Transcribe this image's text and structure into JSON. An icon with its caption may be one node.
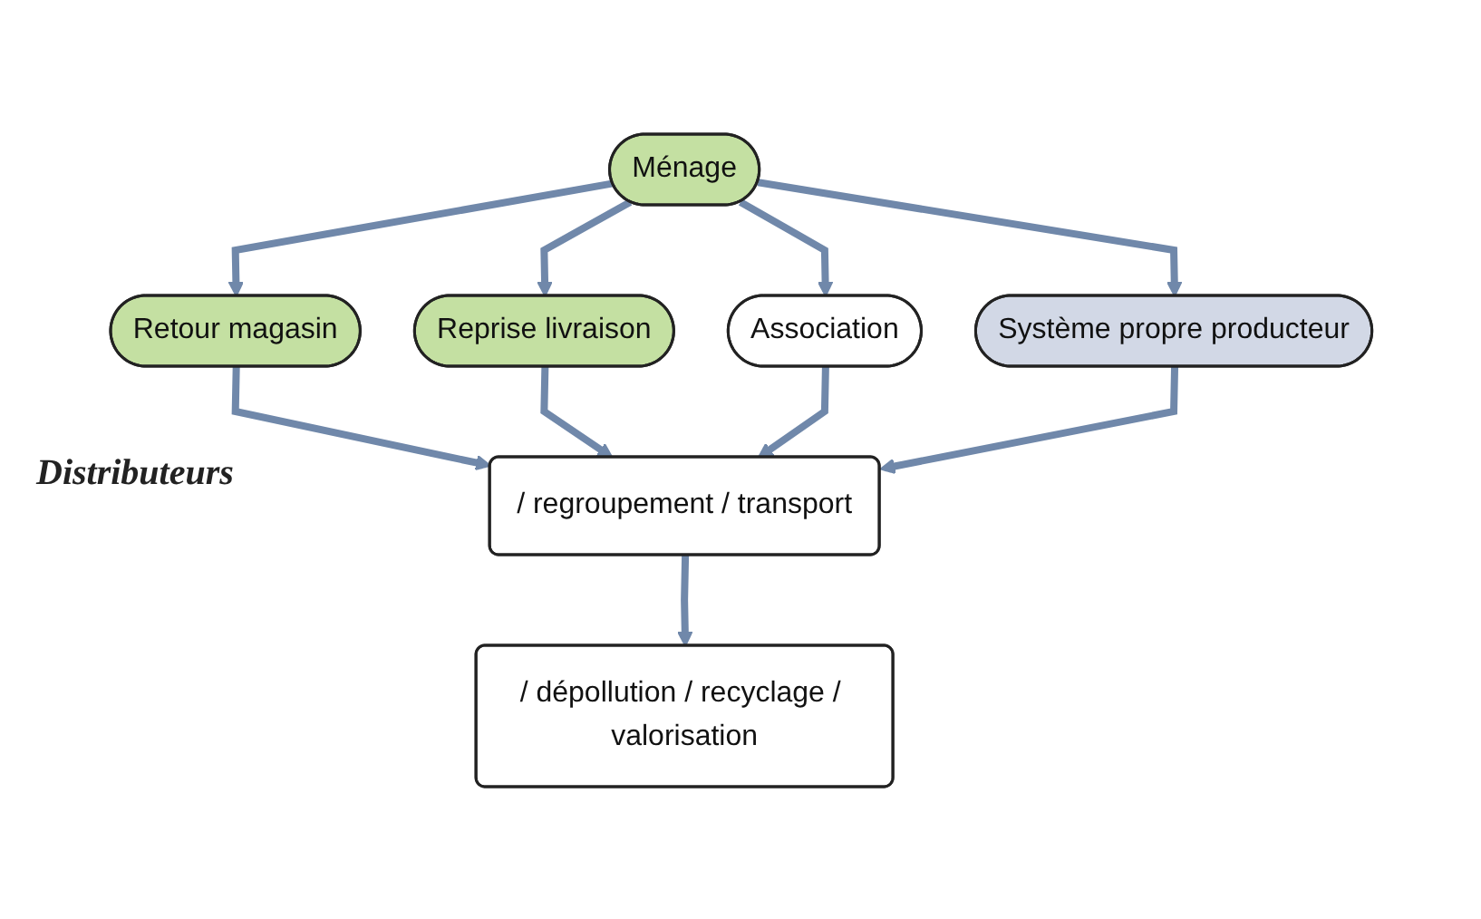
{
  "diagram": {
    "nodes": [
      {
        "text": [
          "Ménage"
        ]
      },
      {
        "text": [
          "Retour magasin"
        ]
      },
      {
        "text": [
          "Reprise livraison"
        ]
      },
      {
        "text": [
          "Association"
        ]
      },
      {
        "text": [
          "Système propre producteur"
        ]
      },
      {
        "text": [
          "/ regroupement / transport"
        ]
      },
      {
        "text": [
          "/ dépollution / recyclage / valorisation"
        ]
      }
    ],
    "edges": [
      {
        "from": 0,
        "to": 1,
        "arrow": "to"
      },
      {
        "from": 0,
        "to": 2,
        "arrow": "to"
      },
      {
        "from": 0,
        "to": 3,
        "arrow": "to"
      },
      {
        "from": 0,
        "to": 4,
        "arrow": "to"
      },
      {
        "from": 1,
        "to": 5,
        "arrow": "to"
      },
      {
        "from": 2,
        "to": 5,
        "arrow": "to"
      },
      {
        "from": 3,
        "to": 5,
        "arrow": "to"
      },
      {
        "from": 4,
        "to": 5,
        "arrow": "to"
      },
      {
        "from": 5,
        "to": 6,
        "arrow": "to"
      }
    ],
    "labels": [
      "Distributeurs"
    ]
  }
}
